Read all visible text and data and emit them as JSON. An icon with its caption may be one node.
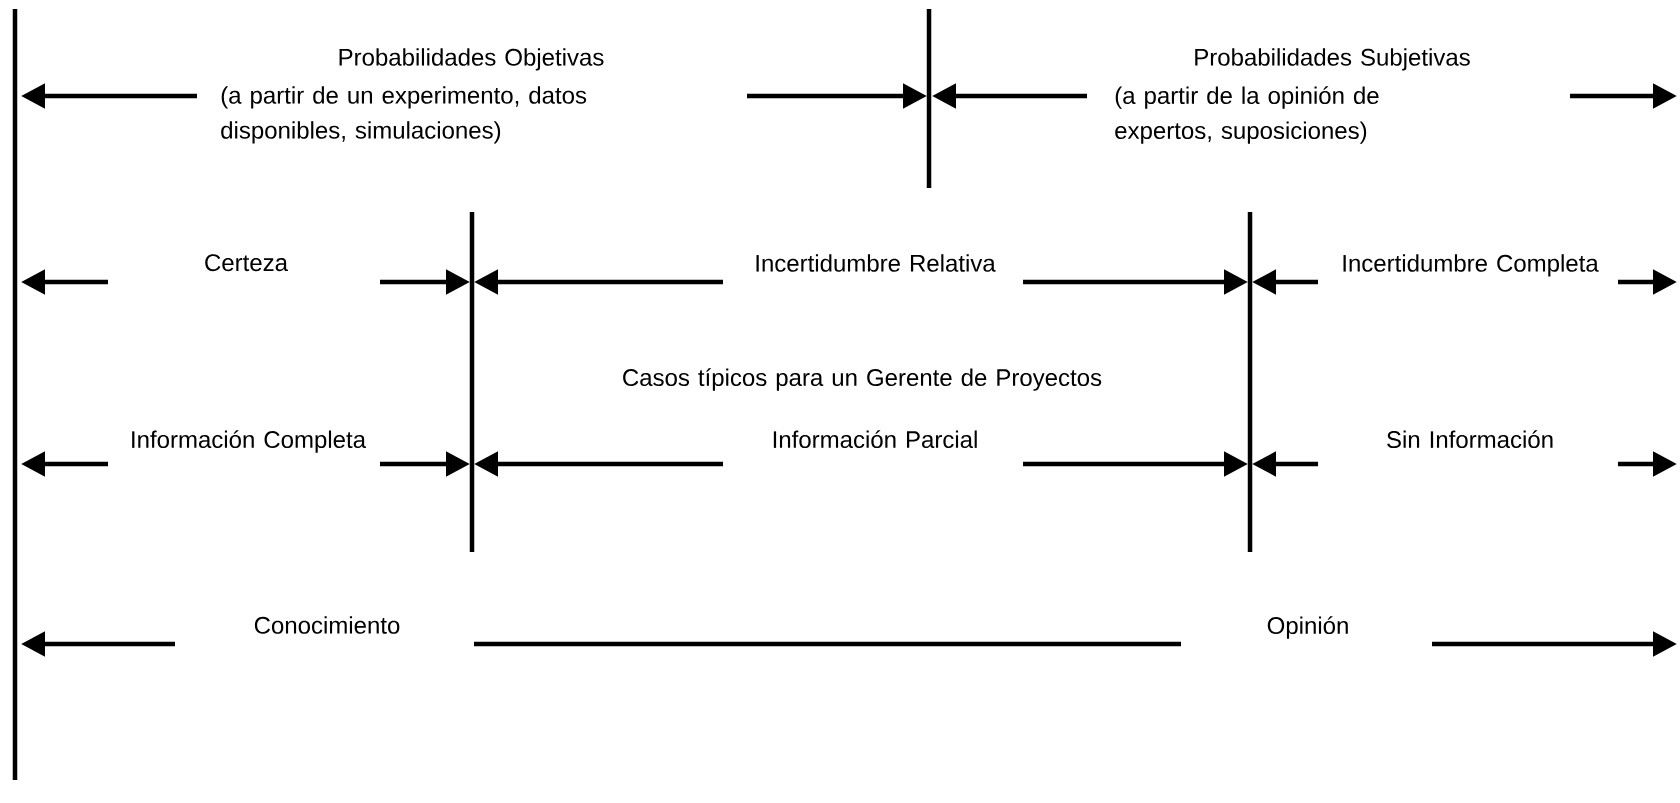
{
  "diagram": {
    "labels": [
      "Probabilidades Objetivas",
      "(a partir de un experimento, datos disponibles, simulaciones)",
      "Probabilidades Subjetivas",
      "(a partir de la opinión de expertos, suposiciones)",
      "Certeza",
      "Incertidumbre Relativa",
      "Incertidumbre Completa",
      "Casos típicos para un Gerente de Proyectos",
      "Información Completa",
      "Información Parcial",
      "Sin Información",
      "Conocimiento",
      "Opinión"
    ]
  }
}
